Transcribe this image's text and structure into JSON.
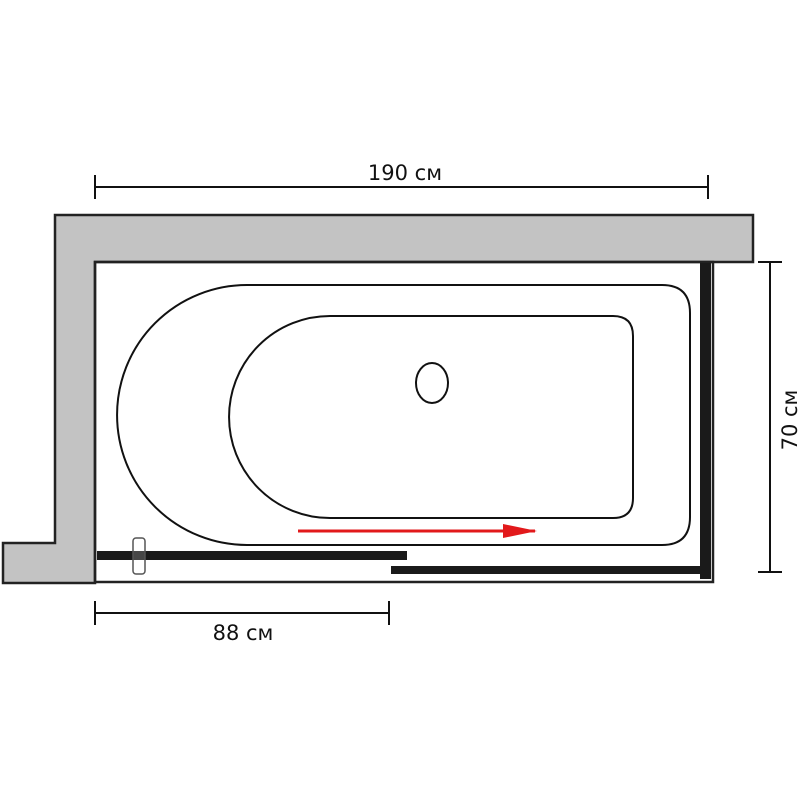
{
  "dimensions": {
    "width_label": "190 см",
    "depth_label": "70 см",
    "door_label": "88 см"
  },
  "colors": {
    "wall": "#c3c3c3",
    "outline": "#111111",
    "panel": "#1a1a1a",
    "arrow": "#e2191b"
  },
  "icons": {
    "drain": "drain-circle",
    "handle": "door-handle",
    "arrow": "slide-direction-arrow"
  }
}
